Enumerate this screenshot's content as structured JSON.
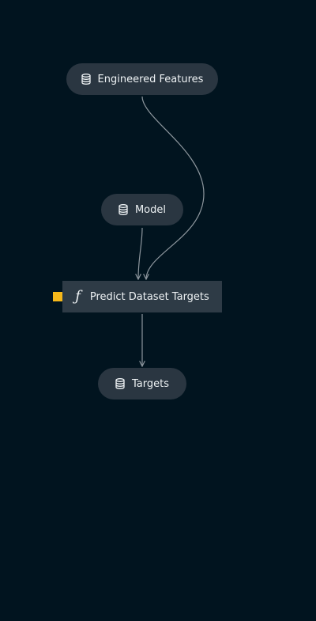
{
  "colors": {
    "background": "#01141f",
    "node_fill": "#2a3641",
    "edge": "#8e979e",
    "status_marker": "#f6b81a",
    "text": "#eef2f4"
  },
  "nodes": {
    "features": {
      "label": "Engineered Features",
      "type": "data",
      "icon": "database-icon"
    },
    "model": {
      "label": "Model",
      "type": "data",
      "icon": "database-icon"
    },
    "predict": {
      "label": "Predict Dataset Targets",
      "type": "task",
      "icon": "function-icon",
      "icon_glyph": "ƒ"
    },
    "targets": {
      "label": "Targets",
      "type": "data",
      "icon": "database-icon"
    }
  },
  "edges": [
    {
      "from": "features",
      "to": "predict"
    },
    {
      "from": "model",
      "to": "predict"
    },
    {
      "from": "predict",
      "to": "targets"
    }
  ]
}
